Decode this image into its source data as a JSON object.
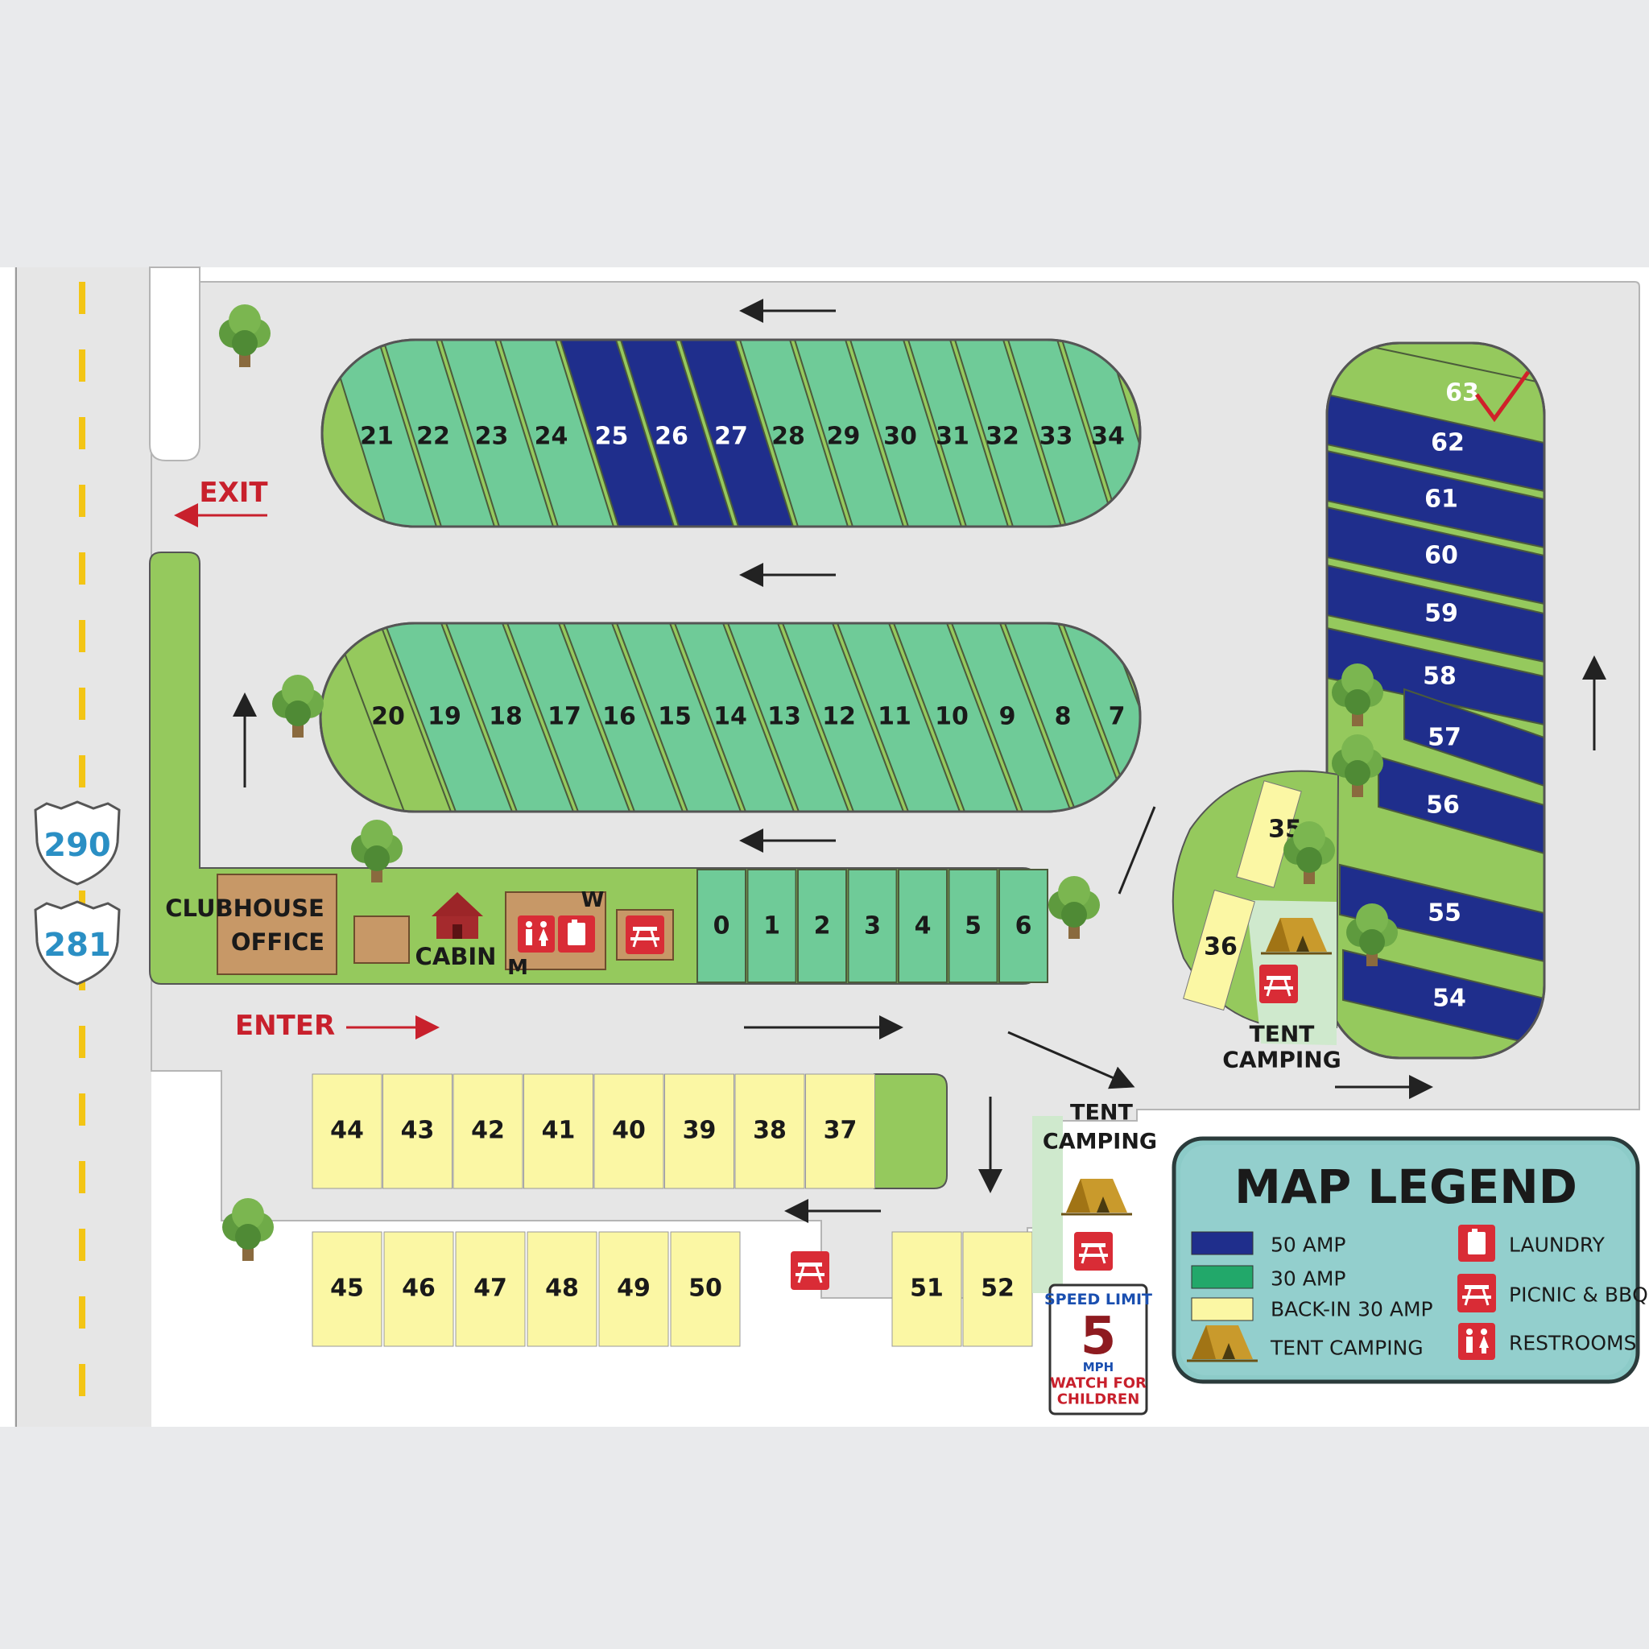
{
  "labels": {
    "exit": "EXIT",
    "enter": "ENTER",
    "clubhouse_line1": "CLUBHOUSE",
    "clubhouse_line2": "OFFICE",
    "cabin": "CABIN",
    "restroom_w": "W",
    "restroom_m": "M",
    "tent_camping_1": "TENT",
    "tent_camping_2": "CAMPING",
    "tent_camping_right_1": "TENT",
    "tent_camping_right_2": "CAMPING"
  },
  "highways": [
    "290",
    "281"
  ],
  "sites": {
    "top_row": [
      "21",
      "22",
      "23",
      "24",
      "25",
      "26",
      "27",
      "28",
      "29",
      "30",
      "31",
      "32",
      "33",
      "34"
    ],
    "middle_row": [
      "20",
      "19",
      "18",
      "17",
      "16",
      "15",
      "14",
      "13",
      "12",
      "11",
      "10",
      "9",
      "8",
      "7"
    ],
    "lower_row": [
      "0",
      "1",
      "2",
      "3",
      "4",
      "5",
      "6"
    ],
    "backin_upper": [
      "44",
      "43",
      "42",
      "41",
      "40",
      "39",
      "38",
      "37"
    ],
    "backin_lower": [
      "45",
      "46",
      "47",
      "48",
      "49",
      "50"
    ],
    "backin_right": [
      "51",
      "52"
    ],
    "right_column": [
      "63",
      "62",
      "61",
      "60",
      "59",
      "58",
      "57",
      "56",
      "55",
      "54"
    ],
    "tent_sites": [
      "35",
      "36"
    ]
  },
  "speed_sign": {
    "line1": "SPEED LIMIT",
    "number": "5",
    "unit": "MPH",
    "line2": "WATCH FOR",
    "line3": "CHILDREN"
  },
  "legend": {
    "title": "MAP LEGEND",
    "items": [
      {
        "label": "50 AMP",
        "color": "#1f2e8c"
      },
      {
        "label": "30 AMP",
        "color": "#22a86a"
      },
      {
        "label": "BACK-IN 30 AMP",
        "color": "#fbf7a4"
      },
      {
        "label": "TENT CAMPING",
        "icon": "tent-icon"
      },
      {
        "label": "LAUNDRY",
        "icon": "laundry-icon"
      },
      {
        "label": "PICNIC & BBQ",
        "icon": "picnic-icon"
      },
      {
        "label": "RESTROOMS",
        "icon": "restroom-icon"
      }
    ]
  },
  "colors": {
    "background": "#e9eaec",
    "road": "#e6e6e6",
    "grass": "#95c95d",
    "site_30amp": "#6fcb98",
    "site_50amp": "#1f2e8c",
    "backin": "#fbf7a4",
    "tent_area": "#cfe9cd",
    "brown": "#c79867",
    "label_red": "#c8202c",
    "shield_blue": "#2a8fc4",
    "lane_yellow": "#f3c515"
  }
}
